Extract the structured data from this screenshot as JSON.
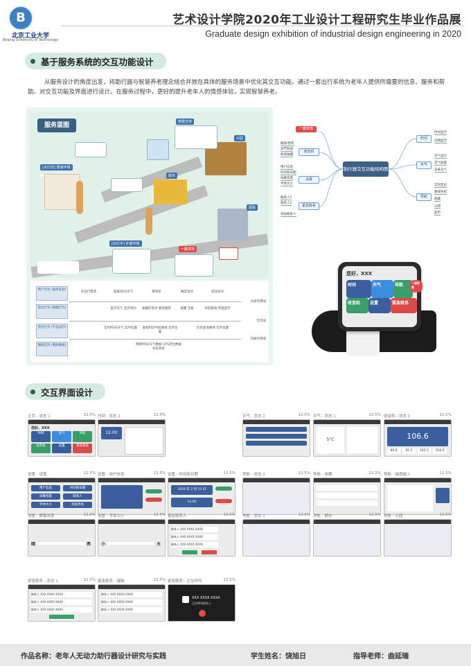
{
  "header": {
    "logo_text": "B",
    "university_cn": "北京工业大学",
    "university_en": "Beijing University of Technology",
    "title_cn": "艺术设计学院2020年工业设计工程研究生毕业作品展",
    "title_en": "Graduate design exhibition of industrial design engineering in 2020"
  },
  "section1": {
    "title": "基于服务系统的交互功能设计",
    "intro": "从服务设计的角度出发，将助行器与智慧养老理念结合并放在具体的服务场景中优化其交互功能。通过一套出行系统为老年人提供所需要的信息、服务和帮助。对交互功能及界面进行设计。在服务过程中，更好的提升老年人的情感体验，实现智慧养老。"
  },
  "blueprint": {
    "title": "服务蓝图",
    "tags": [
      "[出行前] 居家环境",
      "[出行中] 外部环境",
      "公园",
      "医院",
      "超市",
      "一键求救",
      "数据支持"
    ],
    "rows": [
      "用户行为 (服务前台)",
      "前台行为 (接触行为)",
      "后台行为 (产品运行)",
      "数据支持 (网络数据)"
    ],
    "side_labels": [
      "外部作用线",
      "可见线",
      "内部作用线"
    ],
    "cells": [
      "有出行需求",
      "查看时间/天气",
      "摸导航",
      "确定地点",
      "前往地点",
      "显示天气 显示时间",
      "收藏的地点 路径推荐",
      "提醒 注意",
      "导航路线 界面显示",
      "实时时间/天气 实时位置",
      "查找附近导航路线 实时位置",
      "历史查询路线 实时位置",
      "网络时间/天气数据 GPS定位数据 导航系统"
    ]
  },
  "mindmap": {
    "hub": "助行器交互功能结构图",
    "branches": [
      "一键求救",
      "收音机",
      "设置",
      "紧急联系",
      "时间",
      "天气",
      "导航"
    ],
    "leaves_left": [
      "播放/暂停",
      "调节频道",
      "频道收藏",
      "用户信息",
      "时间和日期",
      "屏幕亮度",
      "字体大小",
      "联系人1",
      "联系人2",
      "添加联系人"
    ],
    "leaves_right": [
      "时间显示",
      "日期显示",
      "天气显示",
      "空气质量",
      "未来天气",
      "实时定位",
      "路线导航",
      "收藏",
      "公园",
      "超市"
    ]
  },
  "device": {
    "greeting": "您好，XXX",
    "tiles": [
      "时间",
      "天气",
      "导航",
      "收音机",
      "设置",
      "紧急联系",
      "一键求救"
    ]
  },
  "section2": {
    "title": "交互界面设计"
  },
  "screens": [
    {
      "label": "主页 - 状态 1",
      "zoom": "12.5%"
    },
    {
      "label": "时间 - 状态 1",
      "zoom": "12.5%"
    },
    {
      "label": "天气 - 状态 2",
      "zoom": "12.5%"
    },
    {
      "label": "天气 - 状态 1",
      "zoom": "12.5%"
    },
    {
      "label": "收音机 - 状态 1",
      "zoom": "12.5%"
    },
    {
      "label": "设置 - 设置",
      "zoom": "12.5%"
    },
    {
      "label": "设置 - 用户信息",
      "zoom": "12.5%"
    },
    {
      "label": "设置 - 时间和日期",
      "zoom": "12.5%"
    },
    {
      "label": "导航 - 状态 1",
      "zoom": "12.5%"
    },
    {
      "label": "导航 - 收藏",
      "zoom": "12.5%"
    },
    {
      "label": "导航 - 键盘输入",
      "zoom": "12.5%"
    },
    {
      "label": "设置 - 屏幕亮度",
      "zoom": "12.5%"
    },
    {
      "label": "设置 - 字体大小",
      "zoom": "12.5%"
    },
    {
      "label": "紧急联系人",
      "zoom": "12.5%"
    },
    {
      "label": "导航 - 状态 2",
      "zoom": "12.5%"
    },
    {
      "label": "导航 - 超市",
      "zoom": "12.5%"
    },
    {
      "label": "导航 - 公园",
      "zoom": "12.5%"
    },
    {
      "label": "紧急联系 - 状态 1",
      "zoom": "12.5%"
    },
    {
      "label": "紧急联系 - 编辑",
      "zoom": "12.5%"
    },
    {
      "label": "紧急联系 - 正在呼叫",
      "zoom": "12.5%"
    }
  ],
  "screen_texts": {
    "hello": "您好，XXX",
    "time": "时间",
    "weather": "天气",
    "nav": "导航",
    "radio": "收音机",
    "settings": "设置",
    "emergency": "紧急联系",
    "clock": "12:00",
    "freq": "106.6",
    "f1": "90.0",
    "f2": "91.5",
    "f3": "102.5",
    "f4": "104.0",
    "date": "2026 年 2 月 13 日",
    "user_info": "用户信息",
    "time_date": "时间和日期",
    "brightness": "屏幕亮度",
    "contacts": "联系人",
    "font_size": "字体大小",
    "add_phone": "添加手机",
    "dark": "暗",
    "bright": "亮",
    "small": "小",
    "big": "大",
    "contact_row": "联系人 XXX XXXX XXXX",
    "calling": "XXX XXXX XXXX",
    "calling_sub": "正在呼叫联系人",
    "temp": "5°C"
  },
  "footer": {
    "work": "作品名称：老年人无动力助行器设计研究与实践",
    "student": "学生姓名：饶旭日",
    "advisor": "指导老师：曲延瑞"
  }
}
